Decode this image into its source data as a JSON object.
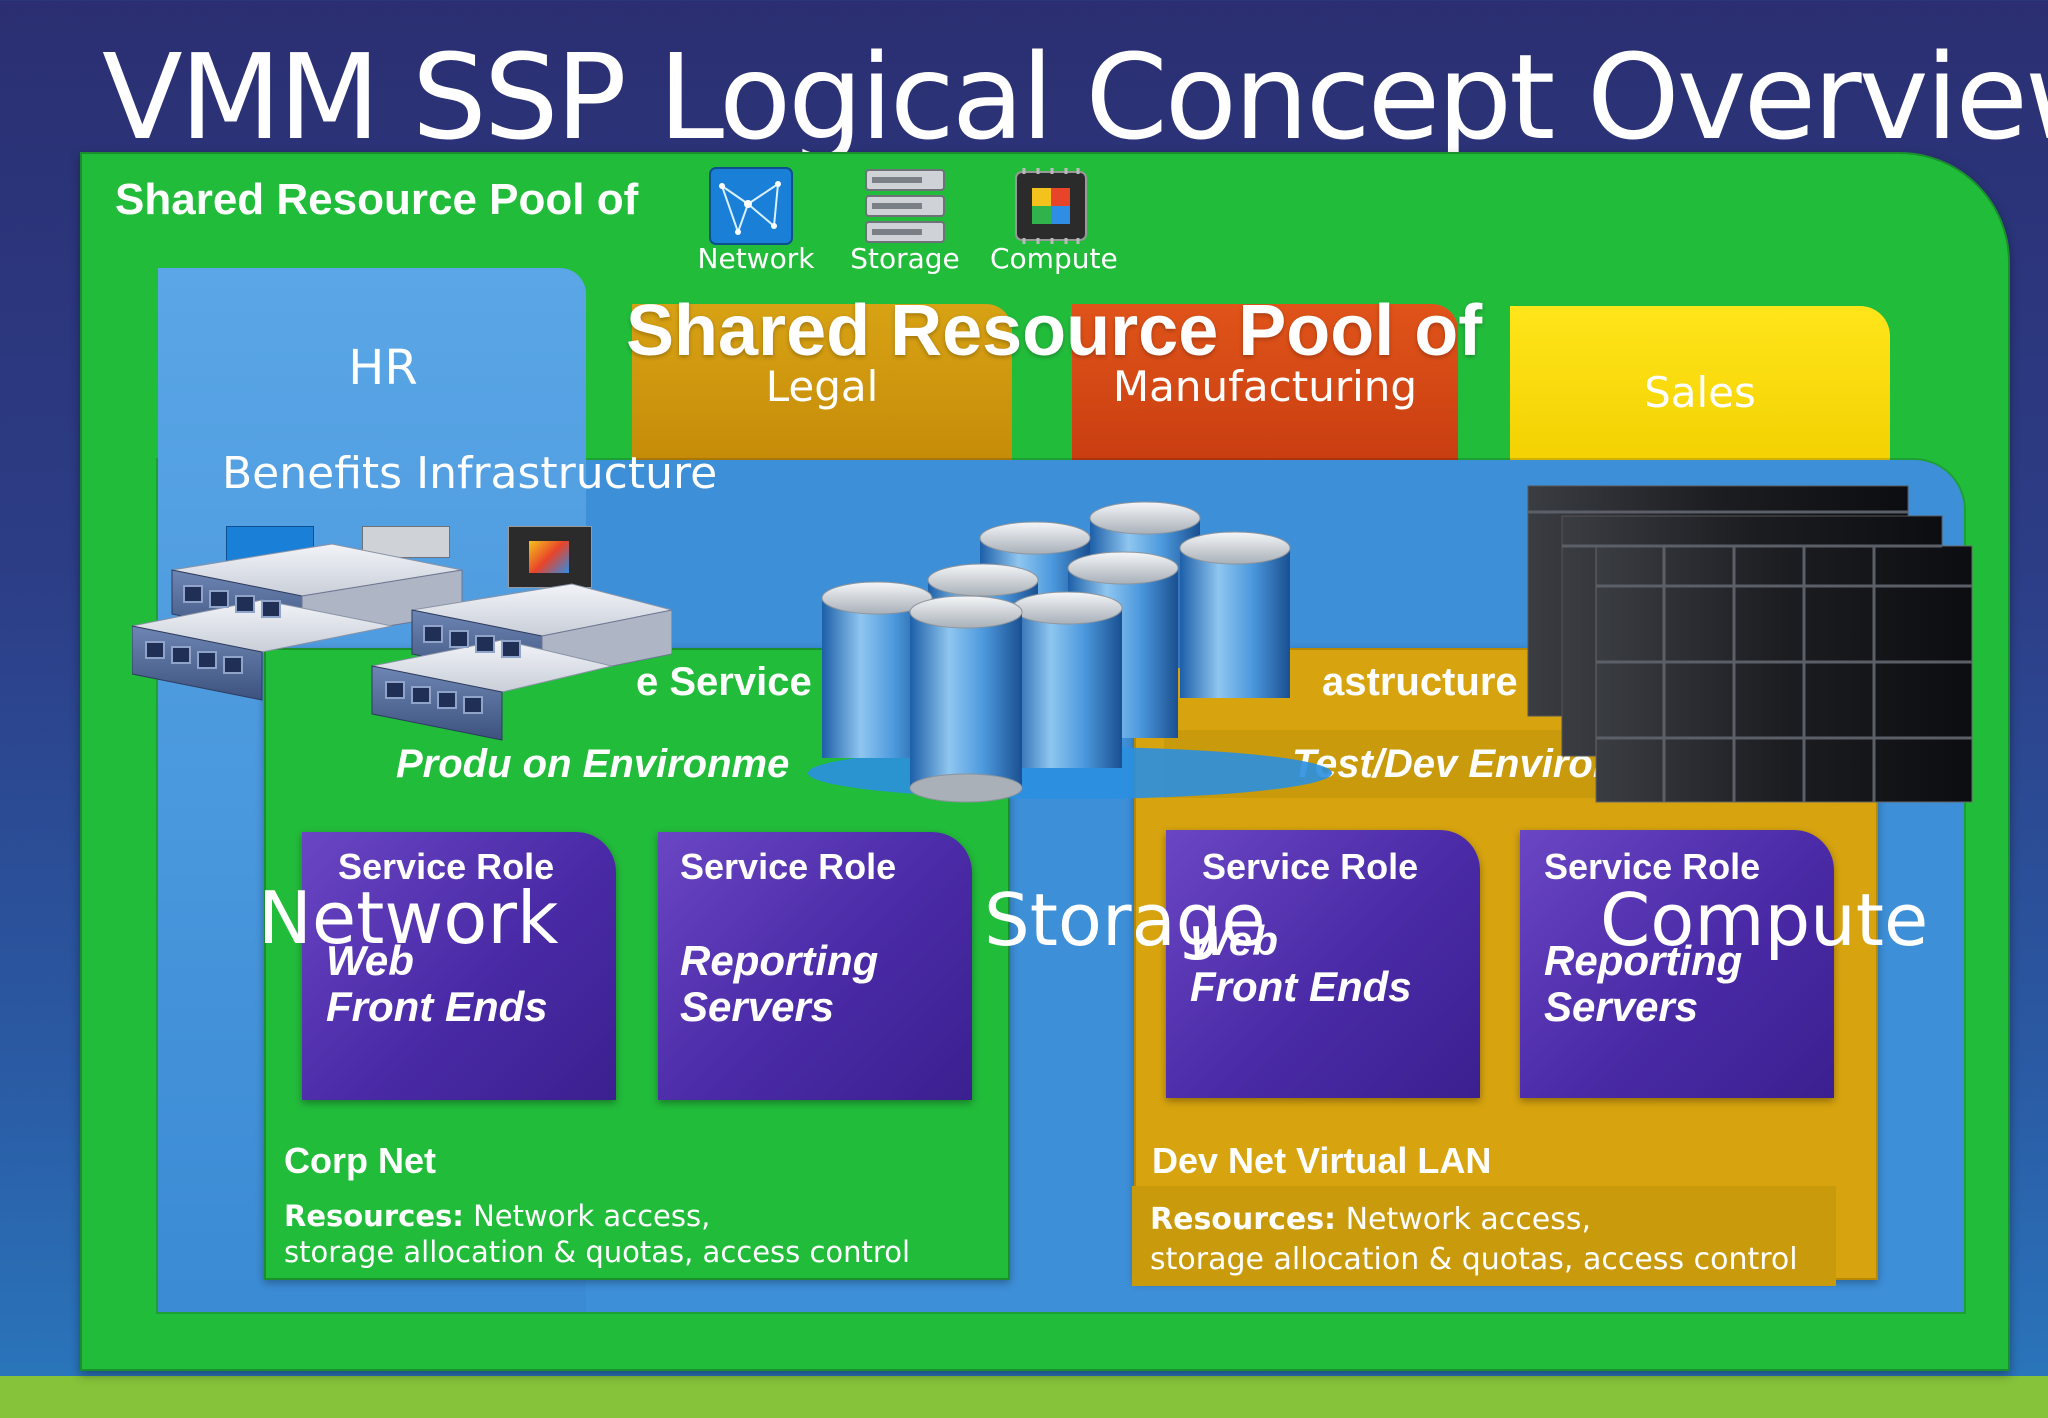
{
  "title": "VMM SSP Logical Concept Overview",
  "pool": {
    "label": "Shared Resource Pool of",
    "icons": [
      {
        "name": "network-icon",
        "label": "Network"
      },
      {
        "name": "storage-icon",
        "label": "Storage"
      },
      {
        "name": "compute-icon",
        "label": "Compute"
      }
    ],
    "overlay_label": "Shared Resource Pool of"
  },
  "tenants": {
    "hr": "HR",
    "legal": "Legal",
    "manufacturing": "Manufacturing",
    "sales": "Sales"
  },
  "colors": {
    "pool_green": "#22bc3b",
    "hr_blue": "#3d8fd8",
    "legal_gold": "#d8a214",
    "manufacturing_red": "#e0541a",
    "sales_yellow": "#ffe51a",
    "role_purple": "#5a36b6"
  },
  "hr": {
    "infrastructure": "Benefits Infrastructure",
    "production": {
      "title_fragment": "e Service",
      "subtitle": "Produ    on Environme",
      "roles": [
        {
          "head": "Service Role",
          "line1": "Web",
          "line2": "Front Ends"
        },
        {
          "head": "Service Role",
          "line1": "Reporting",
          "line2": "Servers"
        }
      ],
      "network": "Corp Net",
      "resources_label": "Resources:",
      "resources_line1": "Network access,",
      "resources_line2": "storage allocation & quotas, access control"
    },
    "testdev": {
      "title_fragment": "astructure",
      "subtitle": "Test/Dev Environmen",
      "roles": [
        {
          "head": "Service Role",
          "line1": "Web",
          "line2": "Front Ends"
        },
        {
          "head": "Service Role",
          "line1": "Reporting",
          "line2": "Servers"
        }
      ],
      "network": "Dev Net Virtual LAN",
      "resources_label": "Resources:",
      "resources_line1": "Network access,",
      "resources_line2": "storage allocation & quotas, access control"
    }
  },
  "overlay_labels": {
    "network": "Network",
    "storage": "Storage",
    "compute": "Compute"
  }
}
